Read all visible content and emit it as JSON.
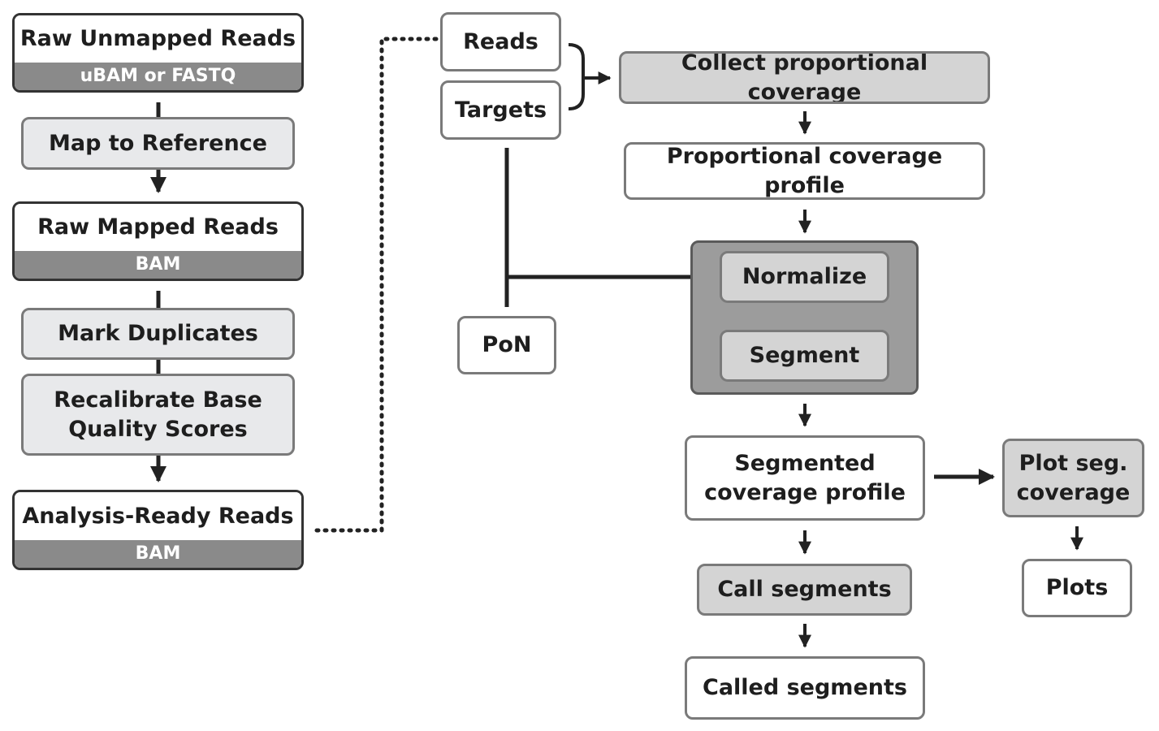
{
  "preprocessing": {
    "raw_unmapped_reads": {
      "title": "Raw Unmapped Reads",
      "format": "uBAM or FASTQ"
    },
    "map_to_reference": "Map to Reference",
    "raw_mapped_reads": {
      "title": "Raw Mapped Reads",
      "format": "BAM"
    },
    "mark_duplicates": "Mark Duplicates",
    "recalibrate_line1": "Recalibrate Base",
    "recalibrate_line2": "Quality Scores",
    "analysis_ready_reads": {
      "title": "Analysis-Ready Reads",
      "format": "BAM"
    }
  },
  "inputs": {
    "reads": "Reads",
    "targets": "Targets",
    "pon": "PoN"
  },
  "workflow": {
    "collect_coverage": "Collect proportional coverage",
    "coverage_profile": "Proportional coverage profile",
    "normalize": "Normalize",
    "segment": "Segment",
    "segmented_line1": "Segmented",
    "segmented_line2": "coverage profile",
    "call_segments": "Call segments",
    "called_segments": "Called segments",
    "plot_line1": "Plot seg.",
    "plot_line2": "coverage",
    "plots": "Plots"
  },
  "colors": {
    "data_box": "#ffffff",
    "tool_box_light": "#e8e9eb",
    "tool_box_mid": "#d4d4d4",
    "group_box": "#9c9c9c",
    "format_band": "#8a8a8a",
    "connector": "#222222"
  }
}
